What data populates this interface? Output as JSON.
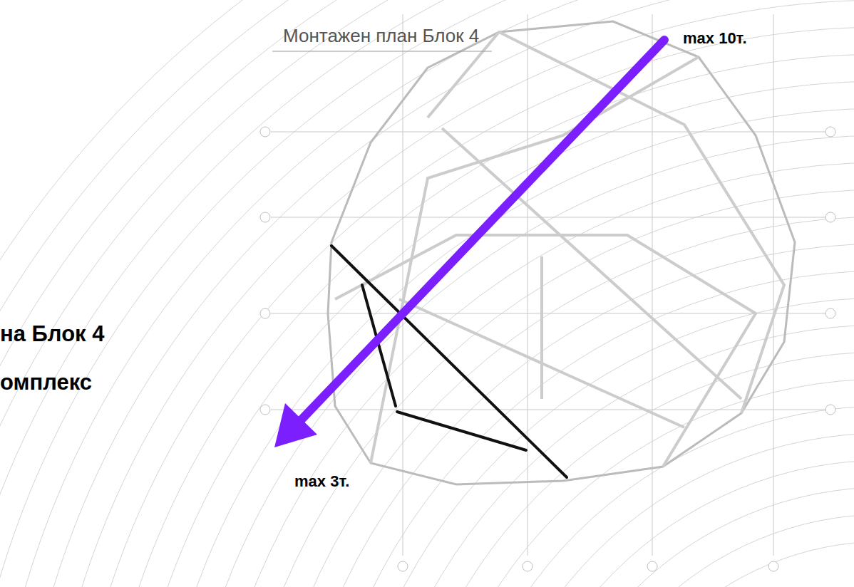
{
  "diagram": {
    "labels": [
      "Монтажен план Блок 4",
      "max 10т.",
      "max 3т.",
      "на Блок 4",
      "омплекс"
    ]
  }
}
